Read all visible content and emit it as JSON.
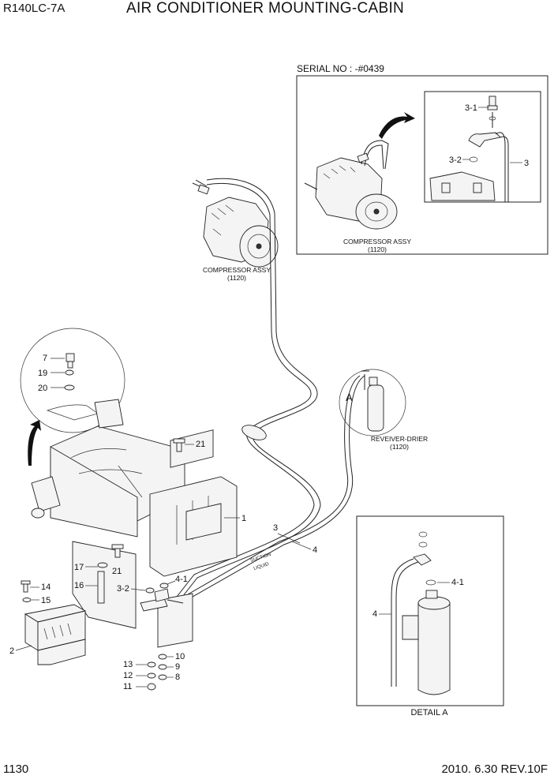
{
  "header": {
    "model": "R140LC-7A",
    "title": "AIR CONDITIONER MOUNTING-CABIN"
  },
  "footer": {
    "page": "1130",
    "date_rev": "2010. 6.30  REV.10F"
  },
  "serial_box": {
    "label": "SERIAL NO : -#0439"
  },
  "captions": {
    "compressor_main": [
      "COMPRESSOR ASSY",
      "(1120)"
    ],
    "compressor_inset": [
      "COMPRESSOR ASSY",
      "(1120)"
    ],
    "receiver": [
      "REVEIVER-DRIER",
      "(1120)"
    ],
    "detail_a": "DETAIL A",
    "mark_a": "A",
    "hose_suction": "SUCTION",
    "hose_liquid": "LIQUID"
  },
  "callouts": {
    "c1": "1",
    "c2": "2",
    "c3": "3",
    "c4": "4",
    "c3_1": "3-1",
    "c3_2_inset": "3-2",
    "c3_inset": "3",
    "c3_main": "3",
    "c4_main": "4",
    "c4_1_detail": "4-1",
    "c4_detail": "4",
    "c3_2_main": "3-2",
    "c4_1_main": "4-1",
    "c7": "7",
    "c19": "19",
    "c20": "20",
    "c21_top": "21",
    "c21_low": "21",
    "c17": "17",
    "c16": "16",
    "c14": "14",
    "c15": "15",
    "c13": "13",
    "c12": "12",
    "c11": "11",
    "c10": "10",
    "c9": "9",
    "c8": "8"
  },
  "icons": [
    "rotate-arrow-icon",
    "hose-line-icon",
    "o-ring-icon",
    "bolt-icon"
  ]
}
